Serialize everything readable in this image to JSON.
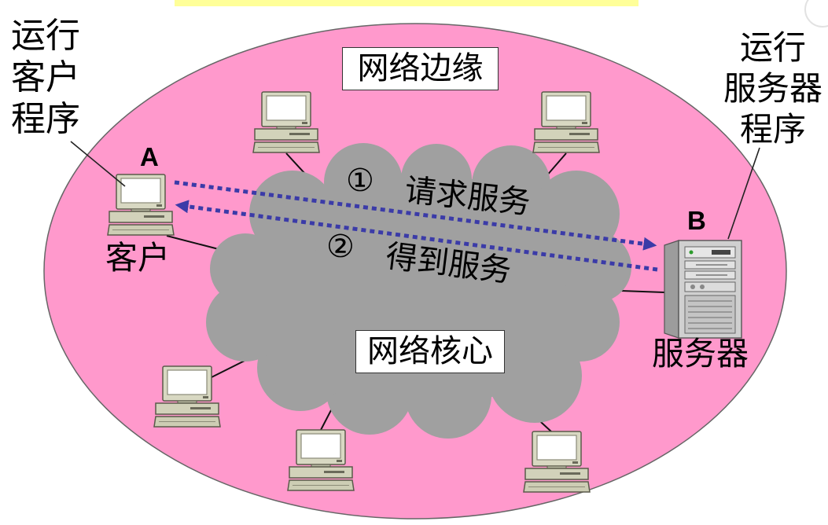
{
  "colors": {
    "edge_region": "#FF99CC",
    "core_cloud": "#A0A0A0",
    "arrow": "#3B3BA8",
    "top_bar": "#FFFF99"
  },
  "icons": {
    "hosts": "computer-icon",
    "server": "server-icon"
  },
  "client_note": {
    "lines": [
      "运行",
      "客户",
      "程序"
    ]
  },
  "server_note": {
    "lines": [
      "运行",
      "服务器",
      "程序"
    ]
  },
  "host_a": {
    "letter": "A",
    "label": "客户"
  },
  "host_b": {
    "letter": "B",
    "label": "服务器"
  },
  "edge_label": "网络边缘",
  "core_label": "网络核心",
  "request": {
    "number": "①",
    "label": "请求服务"
  },
  "response": {
    "number": "②",
    "label": "得到服务"
  }
}
